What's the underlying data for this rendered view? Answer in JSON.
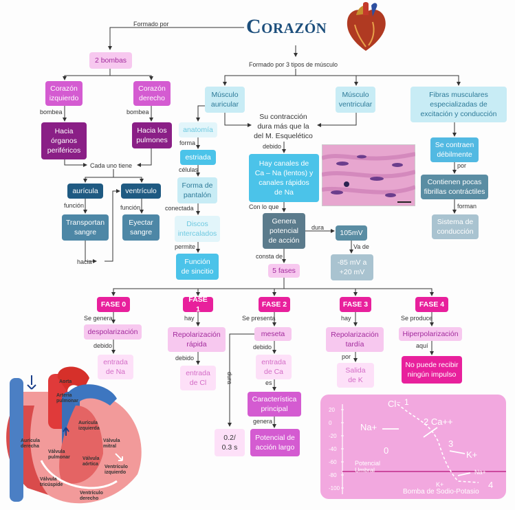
{
  "title": "Corazón",
  "labels": {
    "formado_por": "Formado por",
    "formado_3": "Formado por 3 tipos de músculo",
    "bombea1": "bombea",
    "bombea2": "bombea",
    "cada_uno": "Cada uno tiene",
    "funcion1": "función",
    "funcion2": "función",
    "hacia": "hacia",
    "forma": "forma",
    "celulas": "células",
    "conectada": "conectada",
    "permite": "permite",
    "debido_cont": "debido",
    "con_lo_que": "Con lo que",
    "dura": "dura",
    "va_de": "Va de",
    "consta_de": "consta de",
    "por": "por",
    "forman": "forman",
    "se_genera": "Se genera",
    "debido0": "debido",
    "hay1": "hay",
    "debido1": "debido",
    "se_presenta": "Se presenta",
    "debido2": "debido",
    "es": "es",
    "genera": "genera",
    "dura2": "dura",
    "hay3": "hay",
    "por3": "por",
    "se_produce": "Se produce",
    "aqui": "aquí"
  },
  "nodes": {
    "bombas": "2 bombas",
    "izq": "Corazón\nizquierdo",
    "der": "Corazón\nderecho",
    "organos": "Hacia\nórganos\nperiféricos",
    "pulmones": "Hacia los\npulmones",
    "auricula": "aurícula",
    "ventriculo": "ventrículo",
    "transportan": "Transportan\nsangre",
    "eyectar": "Eyectar\nsangre",
    "m_auricular": "Músculo\nauricular",
    "m_ventricular": "Músculo\nventricular",
    "fibras": "Fibras musculares\nespecializadas de\nexcitación y conducción",
    "contraccion": "Su contracción\ndura más que la\ndel M. Esquelético",
    "anatomia": "anatomía",
    "estriada": "estriada",
    "pantalon": "Forma de\npantalón",
    "discos": "Discos\nintercalados",
    "sincitio": "Función\nde sincitio",
    "canales": "Hay canales de\nCa – Na (lentos) y\ncanales rápidos\nde Na",
    "genera": "Genera\npotencial\nde acción",
    "ms": "105mV",
    "rango": "-85 mV a\n+20 mV",
    "fases": "5 fases",
    "contraen": "Se contraen\ndébilmente",
    "pocas": "Contienen pocas\nfibrillas contráctiles",
    "sistema": "Sistema de\nconducción",
    "fase0": "FASE 0",
    "fase1": "FASE 1",
    "fase2": "FASE 2",
    "fase3": "FASE 3",
    "fase4": "FASE 4",
    "despol": "despolarización",
    "repol_rap": "Repolarización\nrápida",
    "meseta": "meseta",
    "repol_tar": "Repolarización\ntardía",
    "hiperpol": "Hiperpolarización",
    "entrada_na": "entrada\nde Na",
    "entrada_cl": "entrada\nde Cl",
    "entrada_ca": "entrada\nde Ca",
    "salida_k": "Salida\nde K",
    "no_puede": "No puede recibir\nningún impulso",
    "caracteristica": "Característica\nprincipal",
    "potencial_largo": "Potencial de\nacción largo",
    "duracion": "0.2/\n0.3 s"
  },
  "heart_labels": {
    "aorta": "Aorta",
    "arteria": "Arteria\npulmonar",
    "aur_izq": "Aurícula\nizquierda",
    "aur_der": "Aurícula\nderecha",
    "v_pulmonar": "Válvula\npulmonar",
    "v_mitral": "Válvula\nmitral",
    "v_aortica": "Válvula\naórtica",
    "v_tricuspide": "Válvula\ntricúspide",
    "vent_izq": "Ventrículo\nizquierdo",
    "vent_der": "Ventrículo\nderecho"
  },
  "ap_chart": {
    "y_ticks": [
      "20",
      "0",
      "-20",
      "-40",
      "-60",
      "-80",
      "-100"
    ],
    "na_left": "Na+",
    "zero": "0",
    "cl": "Cl⁻",
    "one": "1",
    "two_ca": "2 Ca++",
    "three": "3",
    "k_plus": "K+",
    "four": "4",
    "na_right": "Na+",
    "k_bottom": "K+",
    "umbral": "Potencial\nUmbral",
    "bomba": "Bomba de Sodio-Potasio",
    "colors": {
      "bg": "#f2a8df",
      "line": "#c02b8a"
    }
  }
}
